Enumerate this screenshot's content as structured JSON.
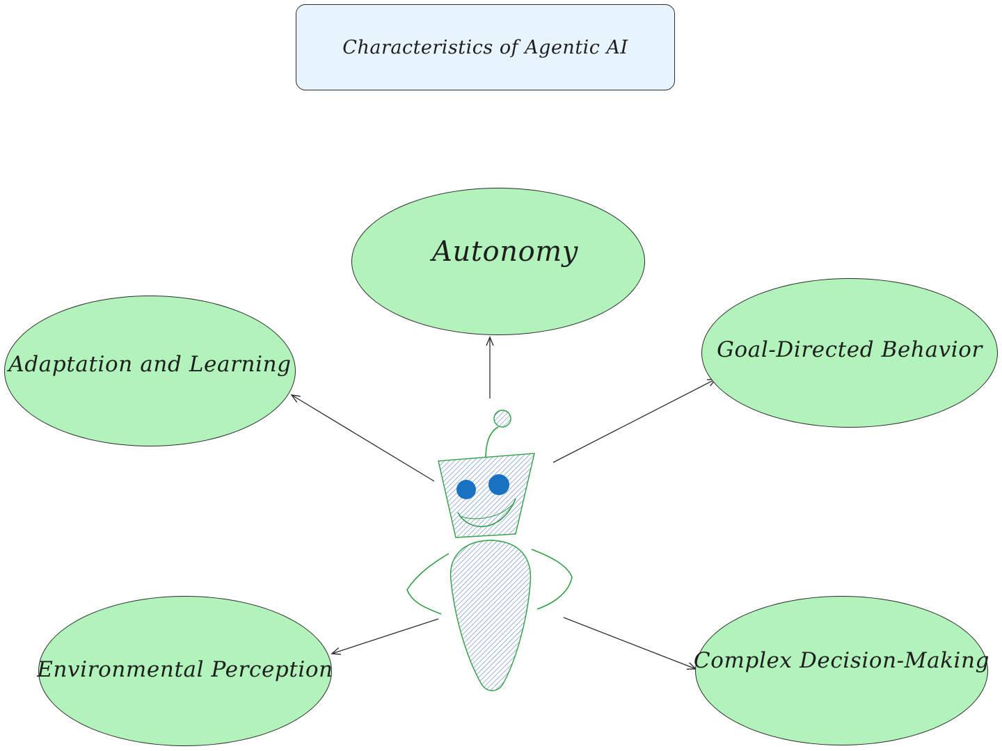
{
  "diagram": {
    "title": "Characteristics of Agentic AI",
    "nodes": {
      "autonomy": "Autonomy",
      "adaptation": "Adaptation and Learning",
      "goal": "Goal-Directed Behavior",
      "environment": "Environmental Perception",
      "decision": "Complex Decision-Making"
    },
    "colors": {
      "node_fill": "#b2f2bb",
      "title_fill": "#e7f4fd",
      "robot_fill": "#a5c3e8",
      "robot_stroke": "#2f9e44",
      "eye_fill": "#1971c2",
      "line": "#2b2b2b"
    },
    "icons": [
      "robot-icon"
    ]
  }
}
